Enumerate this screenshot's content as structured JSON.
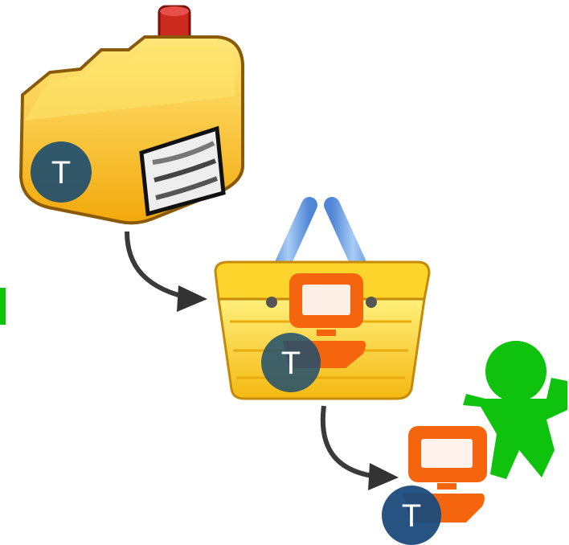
{
  "badges": [
    {
      "label": "T",
      "target": "factory"
    },
    {
      "label": "T",
      "target": "basket"
    },
    {
      "label": "T",
      "target": "customer-computer"
    }
  ],
  "icons": [
    "factory-icon",
    "shopping-basket-icon",
    "computer-icon",
    "person-icon"
  ],
  "colors": {
    "factory": "#f7c21a",
    "basket": "#fbd52c",
    "computer": "#f5650d",
    "person": "#0ec20e",
    "arrow": "#3a3a3a",
    "badge": "#1f4e6f"
  }
}
